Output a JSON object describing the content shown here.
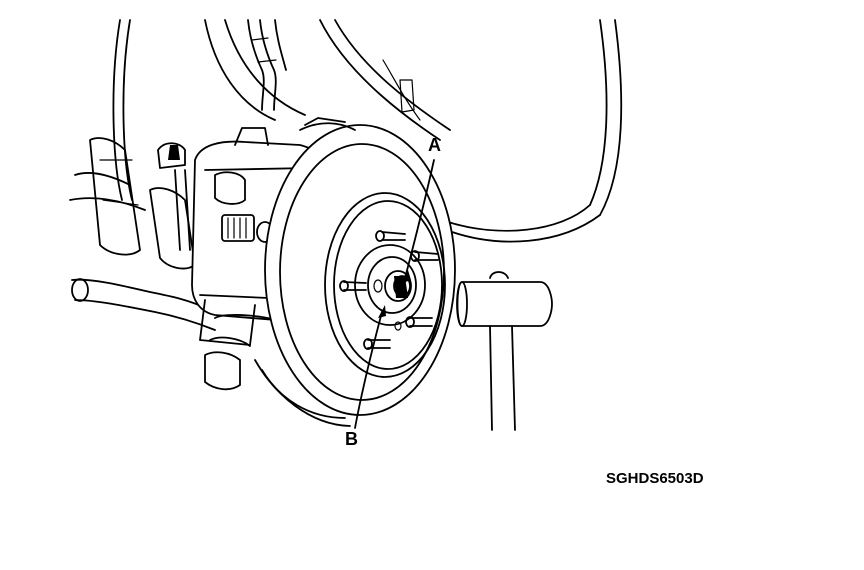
{
  "labels": {
    "a": "A",
    "b": "B"
  },
  "figure_code": "SGHDS6503D",
  "colors": {
    "ink": "#000000",
    "paper": "#ffffff"
  }
}
